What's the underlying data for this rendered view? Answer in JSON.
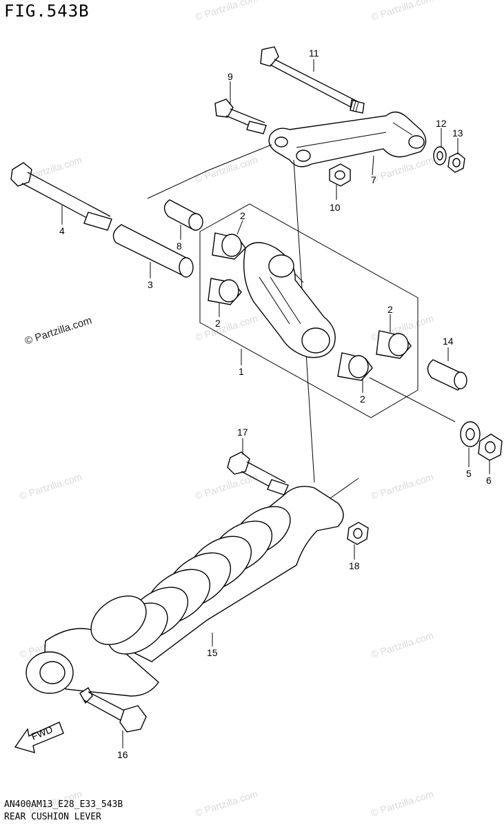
{
  "figure": {
    "title": "FIG.543B",
    "code": "AN400AM13_E28_E33_543B",
    "name": "REAR CUSHION LEVER"
  },
  "callouts": [
    "1",
    "2",
    "3",
    "4",
    "5",
    "6",
    "7",
    "8",
    "9",
    "10",
    "11",
    "12",
    "13",
    "14",
    "15",
    "16",
    "17",
    "18"
  ],
  "watermark": {
    "text": "© Partzilla.com"
  },
  "fwd_label": "FWD"
}
